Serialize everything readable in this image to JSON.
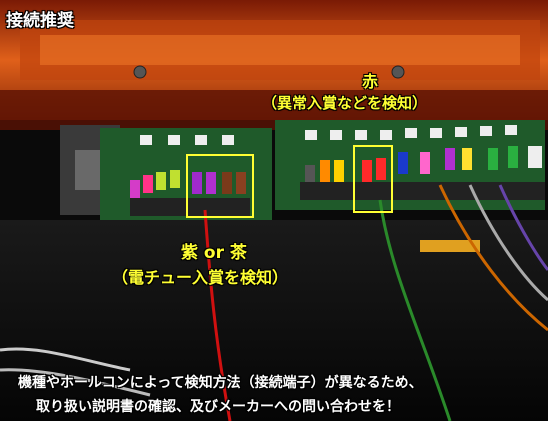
{
  "photo": {
    "subject": "pachinko-machine-connector-board",
    "colors": {
      "orange_frame": "#d2500f",
      "pcb_green": "#1f5a2a",
      "annotation_yellow": "#ffff33",
      "caption_white": "#ffffff"
    }
  },
  "corner_label": "接続推奨",
  "red_annotation": {
    "title": "赤",
    "detail": "（異常入賞などを検知）"
  },
  "purple_annotation": {
    "title": "紫 or 茶",
    "detail": "（電チュー入賞を検知）"
  },
  "caption": {
    "line1": "機種やホールコンによって検知方法（接続端子）が異なるため、",
    "line2": "取り扱い説明書の確認、及びメーカーへの問い合わせを！"
  }
}
